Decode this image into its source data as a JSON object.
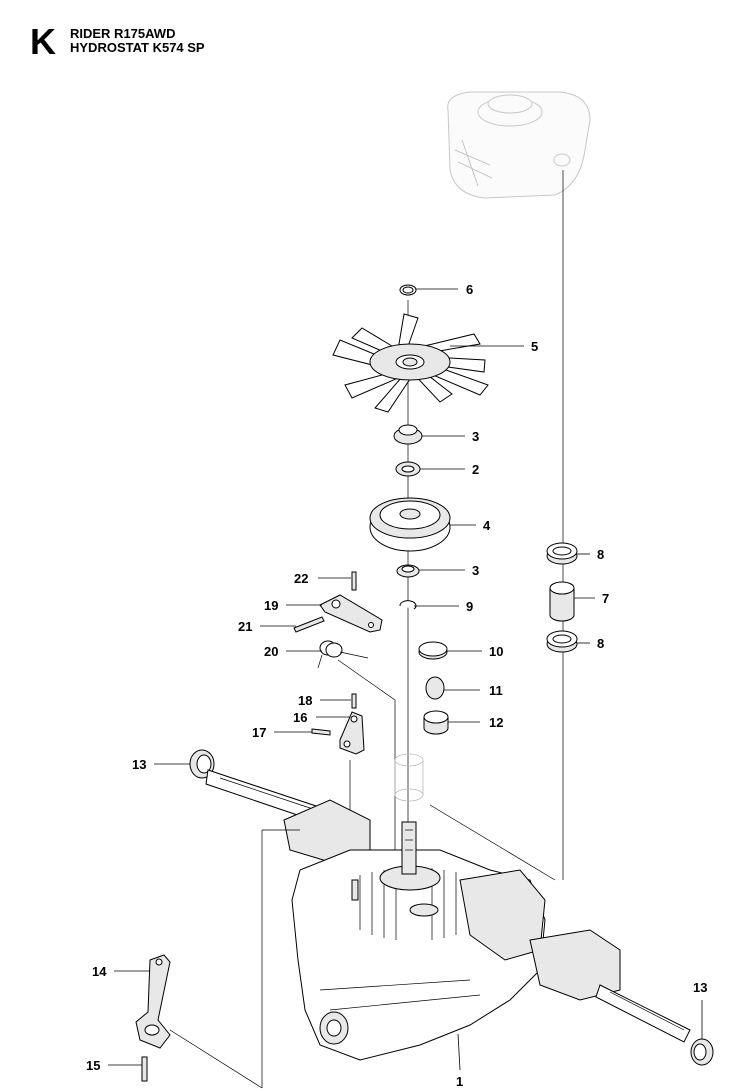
{
  "header": {
    "section_letter": "K",
    "model": "RIDER R175AWD",
    "assembly": "HYDROSTAT K574 SP"
  },
  "callouts": [
    {
      "id": "c6",
      "label": "6"
    },
    {
      "id": "c5",
      "label": "5"
    },
    {
      "id": "c3a",
      "label": "3"
    },
    {
      "id": "c2",
      "label": "2"
    },
    {
      "id": "c4",
      "label": "4"
    },
    {
      "id": "c3b",
      "label": "3"
    },
    {
      "id": "c9",
      "label": "9"
    },
    {
      "id": "c8a",
      "label": "8"
    },
    {
      "id": "c7",
      "label": "7"
    },
    {
      "id": "c8b",
      "label": "8"
    },
    {
      "id": "c22",
      "label": "22"
    },
    {
      "id": "c19",
      "label": "19"
    },
    {
      "id": "c21",
      "label": "21"
    },
    {
      "id": "c20",
      "label": "20"
    },
    {
      "id": "c10",
      "label": "10"
    },
    {
      "id": "c11",
      "label": "11"
    },
    {
      "id": "c12",
      "label": "12"
    },
    {
      "id": "c18",
      "label": "18"
    },
    {
      "id": "c16",
      "label": "16"
    },
    {
      "id": "c17",
      "label": "17"
    },
    {
      "id": "c13a",
      "label": "13"
    },
    {
      "id": "c14",
      "label": "14"
    },
    {
      "id": "c13b",
      "label": "13"
    },
    {
      "id": "c15",
      "label": "15"
    },
    {
      "id": "c1",
      "label": "1"
    }
  ]
}
